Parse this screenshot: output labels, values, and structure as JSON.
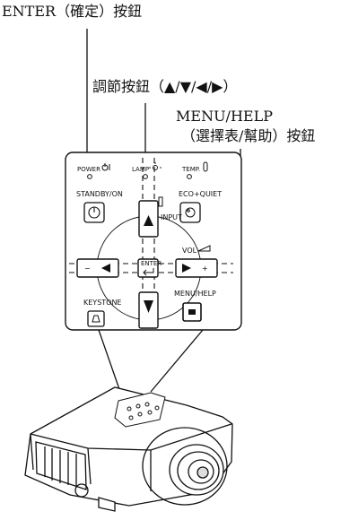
{
  "callouts": {
    "enter": "ENTER（確定）按鈕",
    "arrows": "調節按鈕（▲/▼/◀/▶）",
    "menu_line1": "MENU/HELP",
    "menu_line2": "（選擇表/幫助）按鈕"
  },
  "panel": {
    "power": "POWER",
    "lamp": "LAMP",
    "temp": "TEMP.",
    "standby": "STANDBY/ON",
    "eco": "ECO+QUIET",
    "input": "INPUT",
    "vol": "VOL",
    "enter_key": "ENTER",
    "keystone": "KEYSTONE",
    "menu_help": "MENU/HELP",
    "minus": "−",
    "plus": "+"
  },
  "icons": [
    "power-icon",
    "lamp-icon",
    "thermometer-icon",
    "standby-icon",
    "eco-icon",
    "keystone-icon",
    "menu-icon",
    "enter-icon",
    "up-arrow-icon",
    "down-arrow-icon",
    "left-arrow-icon",
    "right-arrow-icon"
  ]
}
